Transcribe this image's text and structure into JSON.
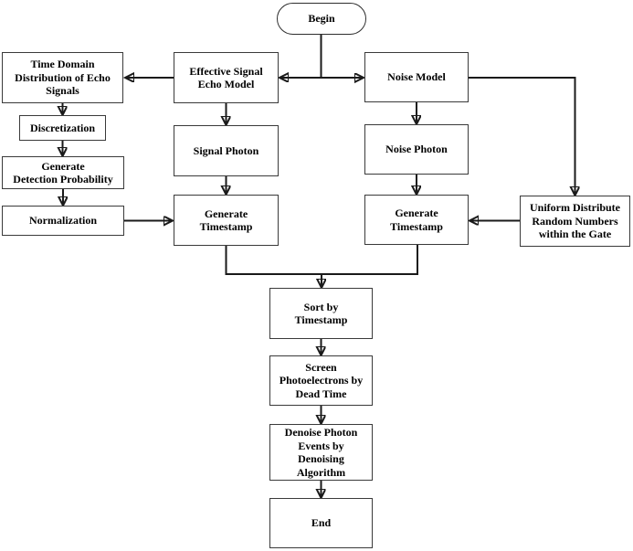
{
  "nodes": {
    "begin": {
      "label": "Begin"
    },
    "time_domain": {
      "label": [
        "Time Domain",
        "Distribution of Echo",
        "Signals"
      ]
    },
    "effective_signal": {
      "label": [
        "Effective Signal",
        "Echo Model"
      ]
    },
    "noise_model": {
      "label": "Noise Model"
    },
    "discretization": {
      "label": "Discretization"
    },
    "generate_detection_probability": {
      "label": [
        "Generate",
        "Detection Probability"
      ]
    },
    "normalization": {
      "label": "Normalization"
    },
    "signal_photon": {
      "label": "Signal Photon"
    },
    "noise_photon": {
      "label": "Noise Photon"
    },
    "generate_timestamp_signal": {
      "label": [
        "Generate",
        "Timestamp"
      ]
    },
    "generate_timestamp_noise": {
      "label": [
        "Generate",
        "Timestamp"
      ]
    },
    "uniform_distribute": {
      "label": [
        "Uniform Distribute",
        "Random Numbers",
        "within the Gate"
      ]
    },
    "sort_by_timestamp": {
      "label": [
        "Sort by",
        "Timestamp"
      ]
    },
    "screen_photoelectrons": {
      "label": [
        "Screen",
        "Photoelectrons by",
        "Dead Time"
      ]
    },
    "denoise": {
      "label": [
        "Denoise Photon",
        "Events by",
        "Denoising",
        "Algorithm"
      ]
    },
    "end": {
      "label": "End"
    }
  },
  "edges": [
    {
      "from": "begin",
      "to": "effective_signal"
    },
    {
      "from": "begin",
      "to": "noise_model"
    },
    {
      "from": "effective_signal",
      "to": "time_domain"
    },
    {
      "from": "time_domain",
      "to": "discretization"
    },
    {
      "from": "discretization",
      "to": "generate_detection_probability"
    },
    {
      "from": "generate_detection_probability",
      "to": "normalization"
    },
    {
      "from": "normalization",
      "to": "generate_timestamp_signal"
    },
    {
      "from": "effective_signal",
      "to": "signal_photon"
    },
    {
      "from": "signal_photon",
      "to": "generate_timestamp_signal"
    },
    {
      "from": "noise_model",
      "to": "noise_photon"
    },
    {
      "from": "noise_photon",
      "to": "generate_timestamp_noise"
    },
    {
      "from": "noise_model",
      "to": "uniform_distribute"
    },
    {
      "from": "uniform_distribute",
      "to": "generate_timestamp_noise"
    },
    {
      "from": "generate_timestamp_signal",
      "to": "sort_by_timestamp"
    },
    {
      "from": "generate_timestamp_noise",
      "to": "sort_by_timestamp"
    },
    {
      "from": "sort_by_timestamp",
      "to": "screen_photoelectrons"
    },
    {
      "from": "screen_photoelectrons",
      "to": "denoise"
    },
    {
      "from": "denoise",
      "to": "end"
    }
  ],
  "colors": {
    "line": "#1a1a1a",
    "box_border": "#3a3a3a",
    "background": "#ffffff",
    "text": "#000000"
  }
}
